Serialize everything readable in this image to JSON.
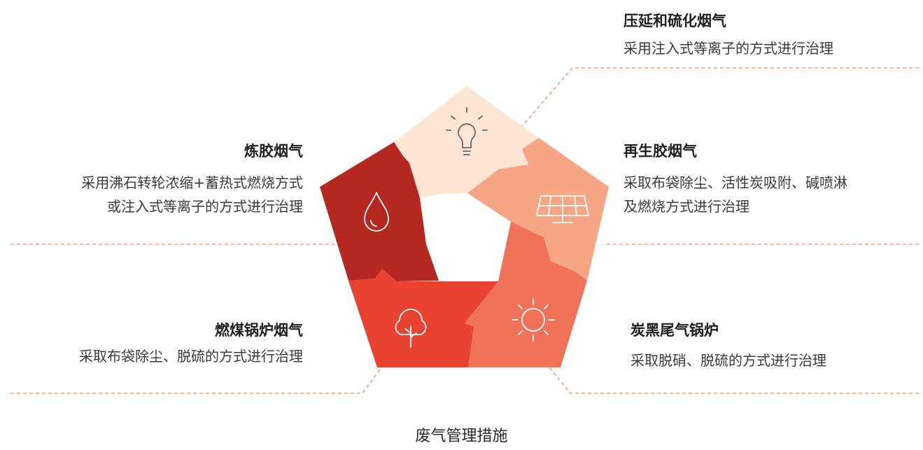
{
  "colors": {
    "top": "#fde5d4",
    "right": "#f6a685",
    "bottom_right": "#f07259",
    "bottom_left": "#e94230",
    "left": "#b5281f",
    "dash": "#f08a5d",
    "icon": "#ffffff",
    "icon_dark": "#666666"
  },
  "icons": [
    "lightbulb-icon",
    "solar-panel-icon",
    "sun-icon",
    "tree-icon",
    "water-drop-icon"
  ],
  "items": [
    {
      "title": "压延和硫化烟气",
      "desc": [
        "采用注入式等离子的方式进行治理"
      ]
    },
    {
      "title": "再生胶烟气",
      "desc": [
        "采取布袋除尘、活性炭吸附、碱喷淋",
        "及燃烧方式进行治理"
      ]
    },
    {
      "title": "炭黑尾气锅炉",
      "desc": [
        "采取脱硝、脱硫的方式进行治理"
      ]
    },
    {
      "title": "燃煤锅炉烟气",
      "desc": [
        "采取布袋除尘、脱硫的方式进行治理"
      ]
    },
    {
      "title": "炼胶烟气",
      "desc": [
        "采用沸石转轮浓缩+蓄热式燃烧方式",
        "或注入式等离子的方式进行治理"
      ]
    }
  ],
  "caption": "废气管理措施"
}
